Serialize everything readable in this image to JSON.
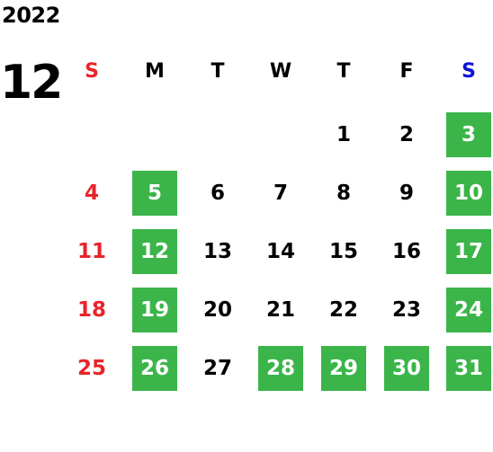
{
  "calendar": {
    "year": "2022",
    "month": "12",
    "weekdays": [
      {
        "label": "S",
        "type": "sunday"
      },
      {
        "label": "M",
        "type": "weekday"
      },
      {
        "label": "T",
        "type": "weekday"
      },
      {
        "label": "W",
        "type": "weekday"
      },
      {
        "label": "T",
        "type": "weekday"
      },
      {
        "label": "F",
        "type": "weekday"
      },
      {
        "label": "S",
        "type": "saturday"
      }
    ],
    "weeks": [
      [
        null,
        null,
        null,
        null,
        {
          "day": "1",
          "style": "normal"
        },
        {
          "day": "2",
          "style": "normal"
        },
        {
          "day": "3",
          "style": "highlight"
        }
      ],
      [
        {
          "day": "4",
          "style": "sunday"
        },
        {
          "day": "5",
          "style": "highlight"
        },
        {
          "day": "6",
          "style": "normal"
        },
        {
          "day": "7",
          "style": "normal"
        },
        {
          "day": "8",
          "style": "normal"
        },
        {
          "day": "9",
          "style": "normal"
        },
        {
          "day": "10",
          "style": "highlight"
        }
      ],
      [
        {
          "day": "11",
          "style": "sunday"
        },
        {
          "day": "12",
          "style": "highlight"
        },
        {
          "day": "13",
          "style": "normal"
        },
        {
          "day": "14",
          "style": "normal"
        },
        {
          "day": "15",
          "style": "normal"
        },
        {
          "day": "16",
          "style": "normal"
        },
        {
          "day": "17",
          "style": "highlight"
        }
      ],
      [
        {
          "day": "18",
          "style": "sunday"
        },
        {
          "day": "19",
          "style": "highlight"
        },
        {
          "day": "20",
          "style": "normal"
        },
        {
          "day": "21",
          "style": "normal"
        },
        {
          "day": "22",
          "style": "normal"
        },
        {
          "day": "23",
          "style": "normal"
        },
        {
          "day": "24",
          "style": "highlight"
        }
      ],
      [
        {
          "day": "25",
          "style": "sunday"
        },
        {
          "day": "26",
          "style": "highlight"
        },
        {
          "day": "27",
          "style": "normal"
        },
        {
          "day": "28",
          "style": "highlight"
        },
        {
          "day": "29",
          "style": "highlight"
        },
        {
          "day": "30",
          "style": "highlight"
        },
        {
          "day": "31",
          "style": "highlight"
        }
      ]
    ]
  },
  "colors": {
    "highlight": "#3bb54a",
    "sunday": "#e8242b",
    "saturday": "#0a14d6",
    "text": "#000000"
  }
}
